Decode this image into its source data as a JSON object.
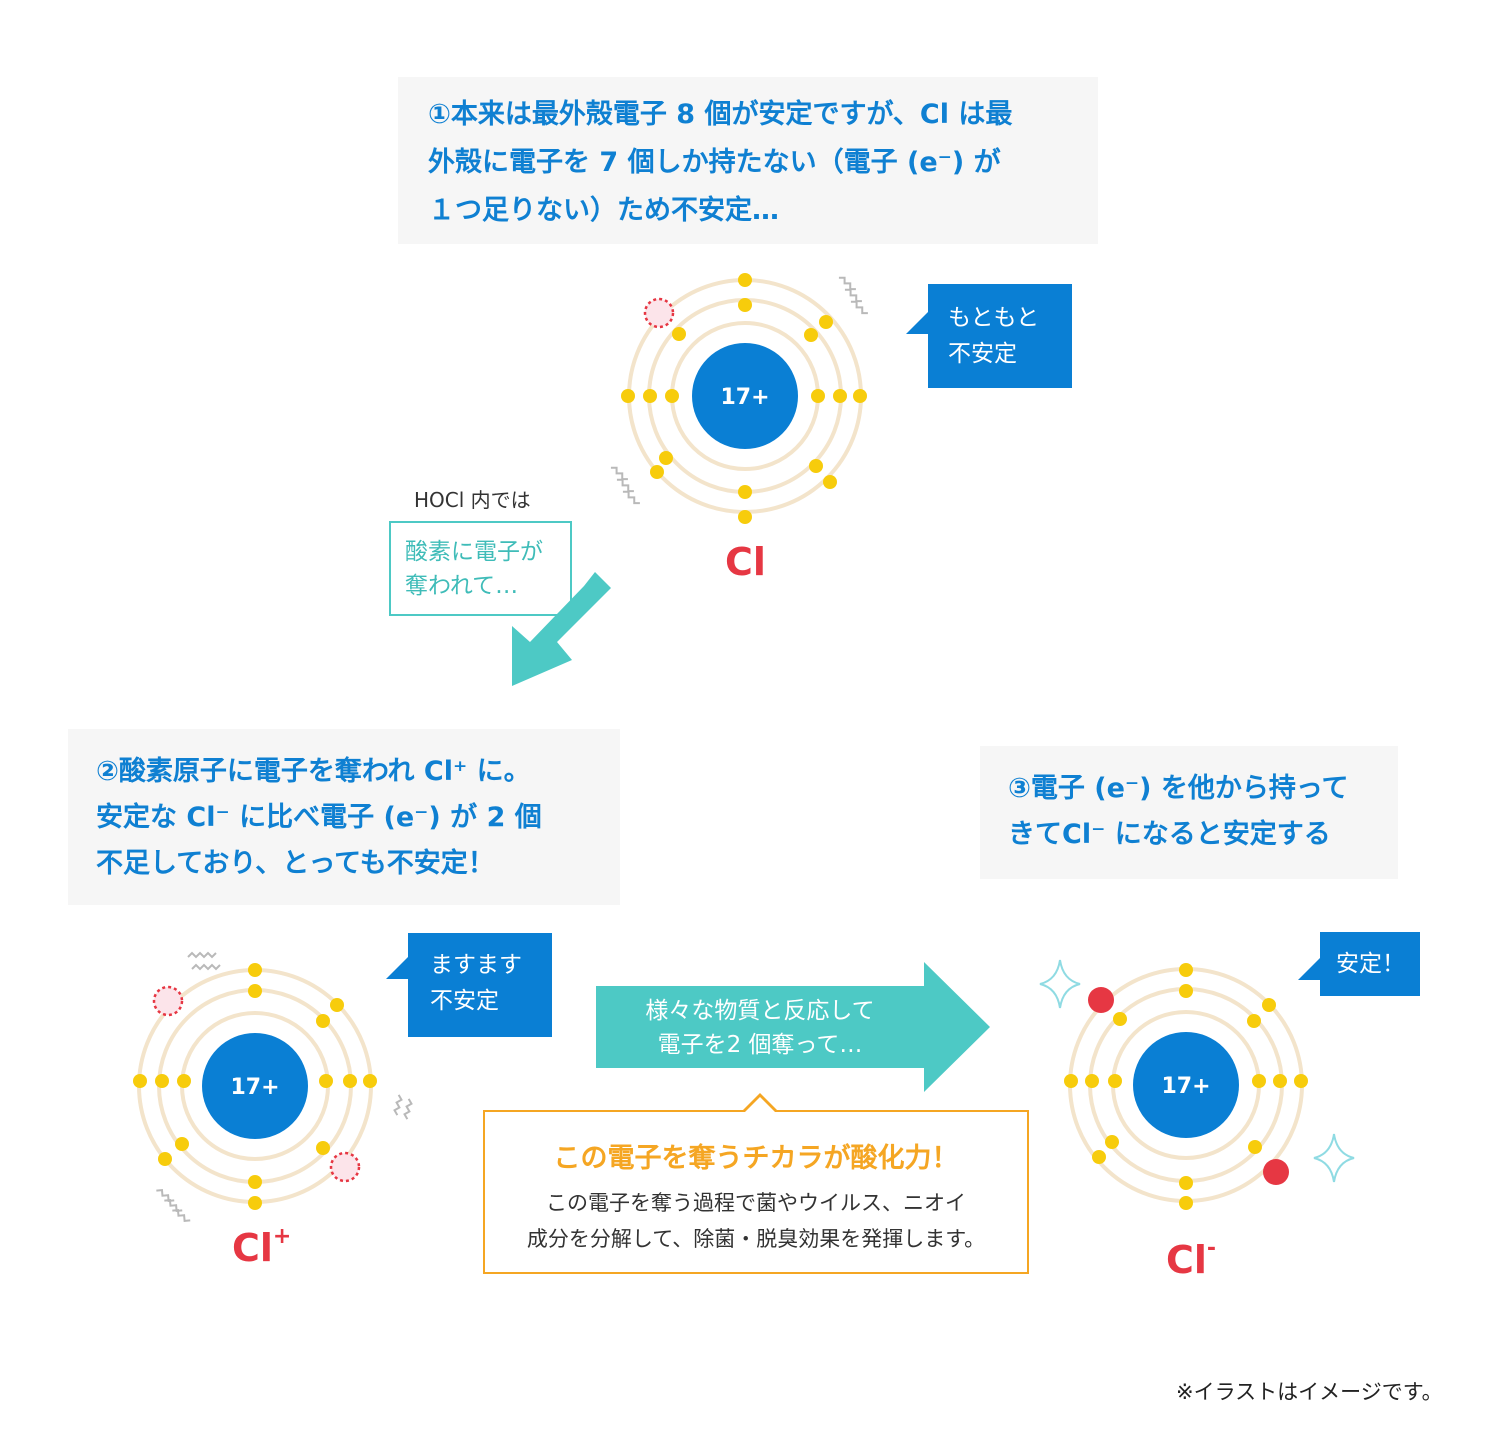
{
  "step1": {
    "lines": [
      "①本来は最外殻電子 8 個が安定ですが、Cl は最",
      "外殻に電子を 7 個しか持たない（電子 (e⁻) が",
      "１つ足りない）ため不安定…"
    ]
  },
  "atom_cl": {
    "nucleus": "17+",
    "label": "Cl",
    "bubble": [
      "もともと",
      "不安定"
    ]
  },
  "hocl": {
    "caption": "HOCl 内では",
    "box": [
      "酸素に電子が",
      "奪われて…"
    ]
  },
  "step2": {
    "lines": [
      "②酸素原子に電子を奪われ Cl⁺ に。",
      "安定な Cl⁻ に比べ電子 (e⁻) が 2 個",
      "不足しており、とっても不安定！"
    ]
  },
  "atom_clplus": {
    "nucleus": "17+",
    "label": "Cl",
    "label_sup": "+",
    "bubble": [
      "ますます",
      "不安定"
    ]
  },
  "arrow_react": {
    "lines": [
      "様々な物質と反応して",
      "電子を2 個奪って…"
    ]
  },
  "oxidation": {
    "title": "この電子を奪うチカラが酸化力！",
    "lines": [
      "この電子を奪う過程で菌やウイルス、ニオイ",
      "成分を分解して、除菌・脱臭効果を発揮します。"
    ]
  },
  "step3": {
    "lines": [
      "③電子 (e⁻) を他から持って",
      "きてCl⁻ になると安定する"
    ]
  },
  "atom_clminus": {
    "nucleus": "17+",
    "label": "Cl",
    "label_sup": "-",
    "bubble": [
      "安定！"
    ]
  },
  "footnote": "※イラストはイメージです。",
  "colors": {
    "blue": "#0a7fd4",
    "heading_blue": "#0f80d2",
    "teal": "#4dc9c5",
    "electron": "#f7cc0c",
    "shell": "#f3e4cb",
    "red": "#e63743",
    "orange": "#f5a623"
  }
}
